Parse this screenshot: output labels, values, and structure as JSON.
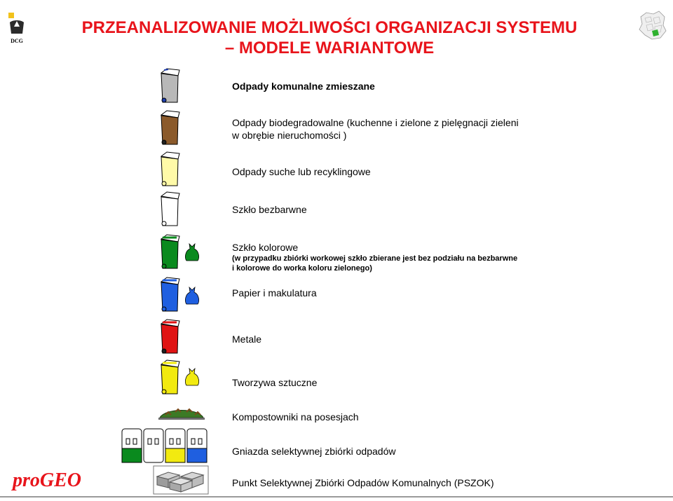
{
  "header": {
    "title_line1": "PRZEANALIZOWANIE MOŻLIWOŚCI ORGANIZACJI SYSTEMU",
    "title_line2": "– MODELE WARIANTOWE",
    "logo_left": "DCG"
  },
  "items": [
    {
      "label": "Odpady komunalne zmieszane",
      "icon": "gray-bin-icon",
      "color": "#b8b8b8"
    },
    {
      "label": "Odpady biodegradowalne (kuchenne i zielone z pielęgnacji zieleni",
      "label2": "w obrębie nieruchomości )",
      "icon": "brown-bin-icon",
      "color": "#8b5a2b"
    },
    {
      "label": "Odpady suche lub recyklingowe",
      "icon": "pale-yellow-bin-icon",
      "color": "#fffaa8"
    },
    {
      "label": "Szkło bezbarwne",
      "icon": "white-bin-icon",
      "color": "#ffffff"
    },
    {
      "label": "Szkło kolorowe",
      "note1": "(w przypadku zbiórki workowej szkło zbierane jest bez podziału na bezbarwne",
      "note2": "i kolorowe do worka koloru zielonego)",
      "icon": "green-bin-icon",
      "color": "#0a8a1e"
    },
    {
      "label": "Papier i makulatura",
      "icon": "blue-bin-icon",
      "color": "#1f5fe0"
    },
    {
      "label": "Metale",
      "icon": "red-bin-icon",
      "color": "#e01414"
    },
    {
      "label": "Tworzywa sztuczne",
      "icon": "yellow-bin-icon",
      "color": "#f2ea10"
    },
    {
      "label": "Kompostowniki na posesjach",
      "icon": "compost-heap-icon"
    },
    {
      "label": "Gniazda selektywnej zbiórki odpadów",
      "icon": "bin-cluster-icon"
    },
    {
      "label": "Punkt Selektywnej Zbiórki Odpadów Komunalnych (PSZOK)",
      "icon": "container-depot-icon"
    }
  ],
  "footer": {
    "brand": "proGEO"
  },
  "colors": {
    "title": "#e8141b",
    "brand": "#e8141b"
  }
}
